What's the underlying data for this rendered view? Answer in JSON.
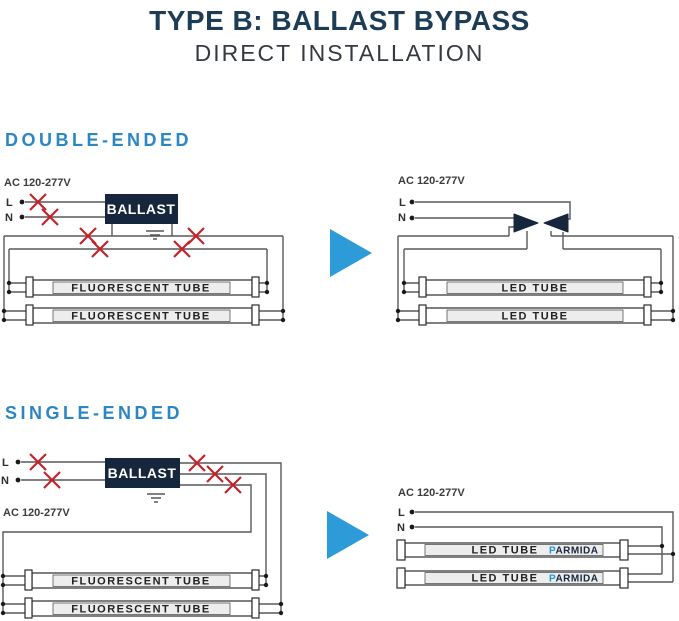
{
  "header": {
    "title": "TYPE B: BALLAST BYPASS",
    "subtitle": "DIRECT INSTALLATION"
  },
  "sections": {
    "double_ended": "DOUBLE-ENDED",
    "single_ended": "SINGLE-ENDED"
  },
  "labels": {
    "ac": "AC 120-277V",
    "line": "L",
    "neutral": "N",
    "ballast": "BALLAST",
    "fluorescent": "FLUORESCENT TUBE",
    "led": "LED TUBE",
    "brand_p": "P",
    "brand_rest": "ARMIDA"
  },
  "colors": {
    "title": "#1d3c55",
    "section_heading": "#2b87c4",
    "arrow": "#2e9bd9",
    "ballast_box": "#16263c",
    "wire": "#58595b",
    "disconnect_x": "#c4232b",
    "brand_p": "#2196d3",
    "brand_rest": "#16263c"
  }
}
